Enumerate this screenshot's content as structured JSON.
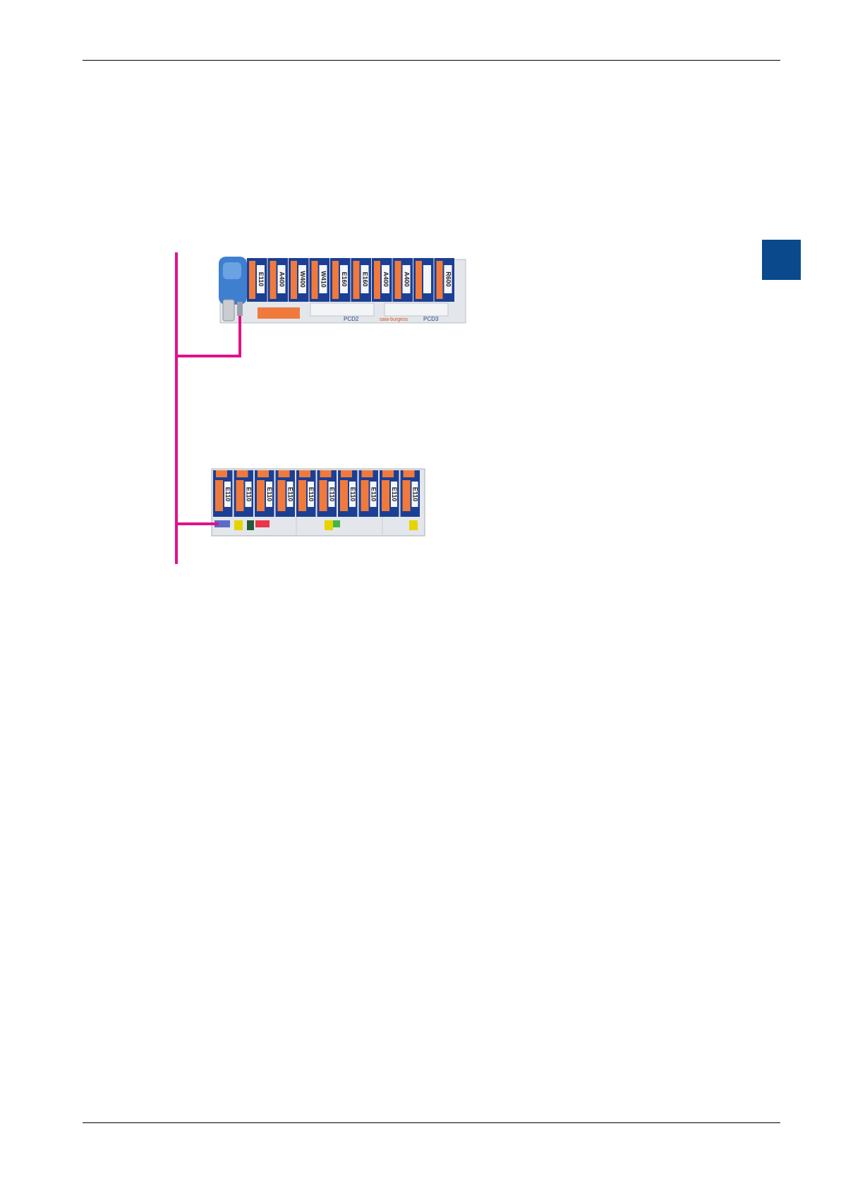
{
  "colors": {
    "chapter_tab": "#0a4a8c",
    "bus_line": "#e0128a",
    "module_blue": "#1b3f94",
    "terminal_orange": "#f07a3c",
    "rack_grey": "#e3e6ea"
  },
  "controller": {
    "module_labels": [
      "E110",
      "A400",
      "W400",
      "W410",
      "E160",
      "E160",
      "A400",
      "A400",
      "",
      "R600"
    ],
    "brand_left": "PCD2",
    "brand_mid": "saia-burgess",
    "brand_right": "PCD3"
  },
  "remote_io": {
    "module_labels": [
      "E110",
      "E110",
      "E110",
      "E110",
      "E110",
      "E110",
      "E110",
      "E110",
      "E110",
      "E110"
    ]
  }
}
